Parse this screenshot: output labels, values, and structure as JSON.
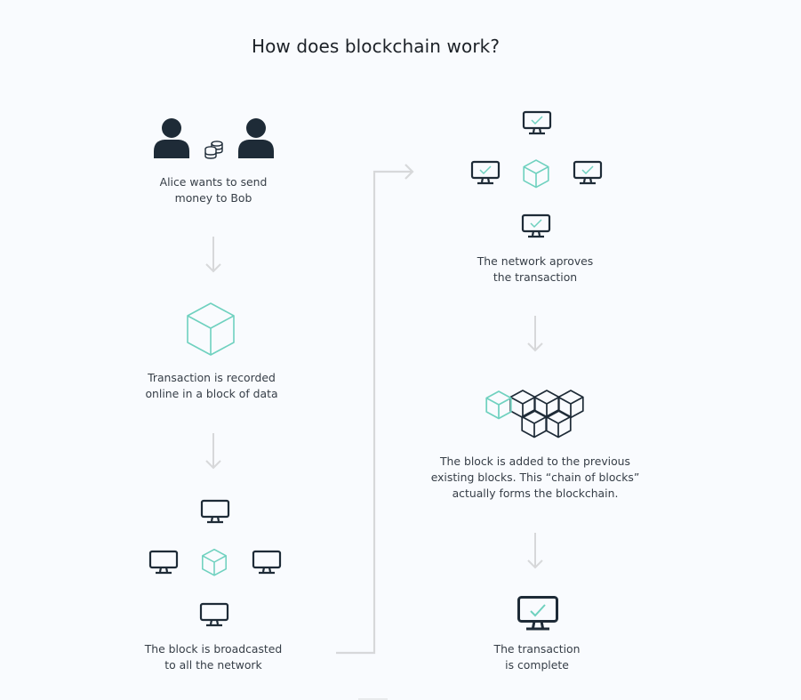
{
  "title": "How does blockchain work?",
  "colors": {
    "background": "#f9fbfe",
    "icon_dark": "#1e2b37",
    "accent_teal": "#6fd1bf",
    "arrow_gray": "#d7d8da",
    "text": "#363e47",
    "title": "#1c2127"
  },
  "steps": [
    {
      "id": "send",
      "icons": [
        "person-icon",
        "coins-icon",
        "person-icon"
      ],
      "caption_lines": [
        "Alice wants to send",
        "money to Bob"
      ]
    },
    {
      "id": "record",
      "icons": [
        "block-cube-icon"
      ],
      "caption_lines": [
        "Transaction is recorded",
        "online in a block of data"
      ]
    },
    {
      "id": "broadcast",
      "icons": [
        "monitor-icon",
        "monitor-icon",
        "block-cube-icon",
        "monitor-icon",
        "monitor-icon"
      ],
      "caption_lines": [
        "The block is broadcasted",
        "to all the network"
      ]
    },
    {
      "id": "approve",
      "icons": [
        "monitor-check-icon",
        "monitor-check-icon",
        "block-cube-icon",
        "monitor-check-icon",
        "monitor-check-icon"
      ],
      "caption_lines": [
        "The network aproves",
        "the transaction"
      ]
    },
    {
      "id": "chain",
      "icons": [
        "block-chain-icon"
      ],
      "caption_lines": [
        "The block is added to the previous",
        "existing blocks. This “chain of blocks”",
        "actually forms the blockchain."
      ]
    },
    {
      "id": "complete",
      "icons": [
        "monitor-check-icon"
      ],
      "caption_lines": [
        "The transaction",
        "is complete"
      ]
    }
  ],
  "flow": [
    "down-arrow",
    "down-arrow",
    "connector-arrow",
    "down-arrow",
    "down-arrow"
  ]
}
